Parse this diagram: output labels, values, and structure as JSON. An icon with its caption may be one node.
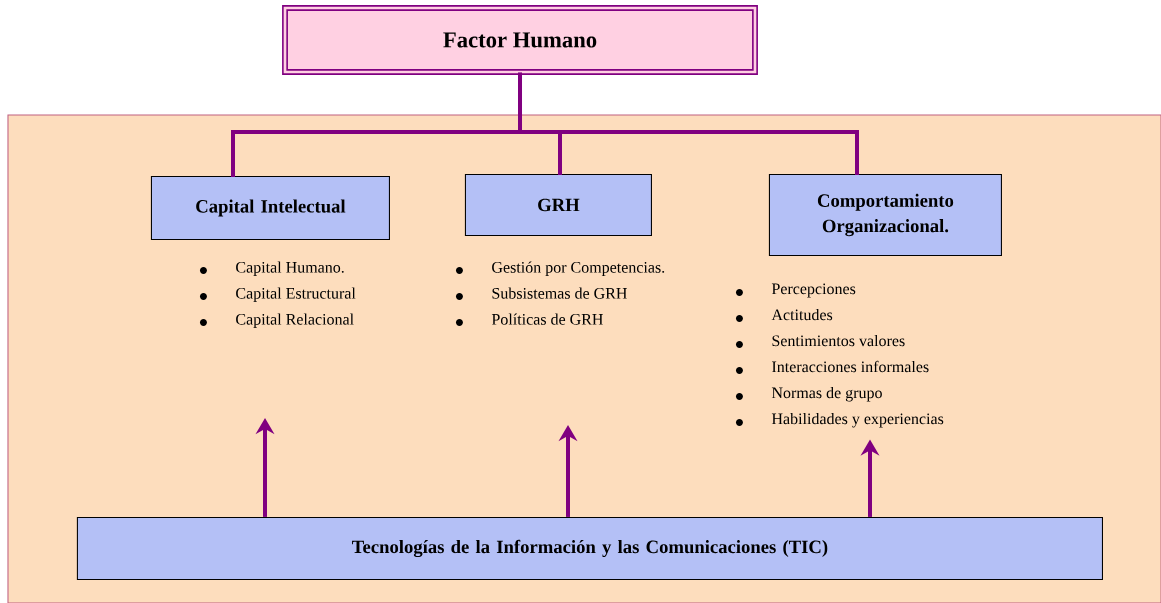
{
  "diagram": {
    "nodes": [
      {
        "text": [
          "Factor Humano"
        ]
      },
      {
        "text": [],
        "shape": "box"
      },
      {
        "text": [
          "Capital Intelectual"
        ],
        "in": 1
      },
      {
        "text": [
          "GRH"
        ],
        "in": 1
      },
      {
        "text": [
          "Comportamiento Organizacional."
        ],
        "in": 1
      },
      {
        "text": [
          "Capital Humano.",
          "Capital Estructural",
          "Capital Relacional"
        ],
        "in": 1
      },
      {
        "text": [
          "Gestión por Competencias.",
          "Subsistemas de GRH",
          "Políticas de GRH"
        ],
        "in": 1
      },
      {
        "text": [
          "Percepciones",
          "Actitudes",
          "Sentimientos valores",
          "Interacciones informales",
          "Normas de grupo",
          "Habilidades y experiencias"
        ],
        "in": 1
      },
      {
        "text": [
          "Tecnologías de la Información y las Comunicaciones (TIC)"
        ],
        "in": 1
      }
    ],
    "edges": [
      {
        "from": 0,
        "to": 2,
        "arrow": "none"
      },
      {
        "from": 0,
        "to": 3,
        "arrow": "none"
      },
      {
        "from": 0,
        "to": 4,
        "arrow": "none"
      },
      {
        "from": 8,
        "to": null,
        "arrow": "to"
      },
      {
        "from": 8,
        "to": null,
        "arrow": "to"
      },
      {
        "from": 8,
        "to": 7,
        "arrow": "to"
      }
    ]
  }
}
